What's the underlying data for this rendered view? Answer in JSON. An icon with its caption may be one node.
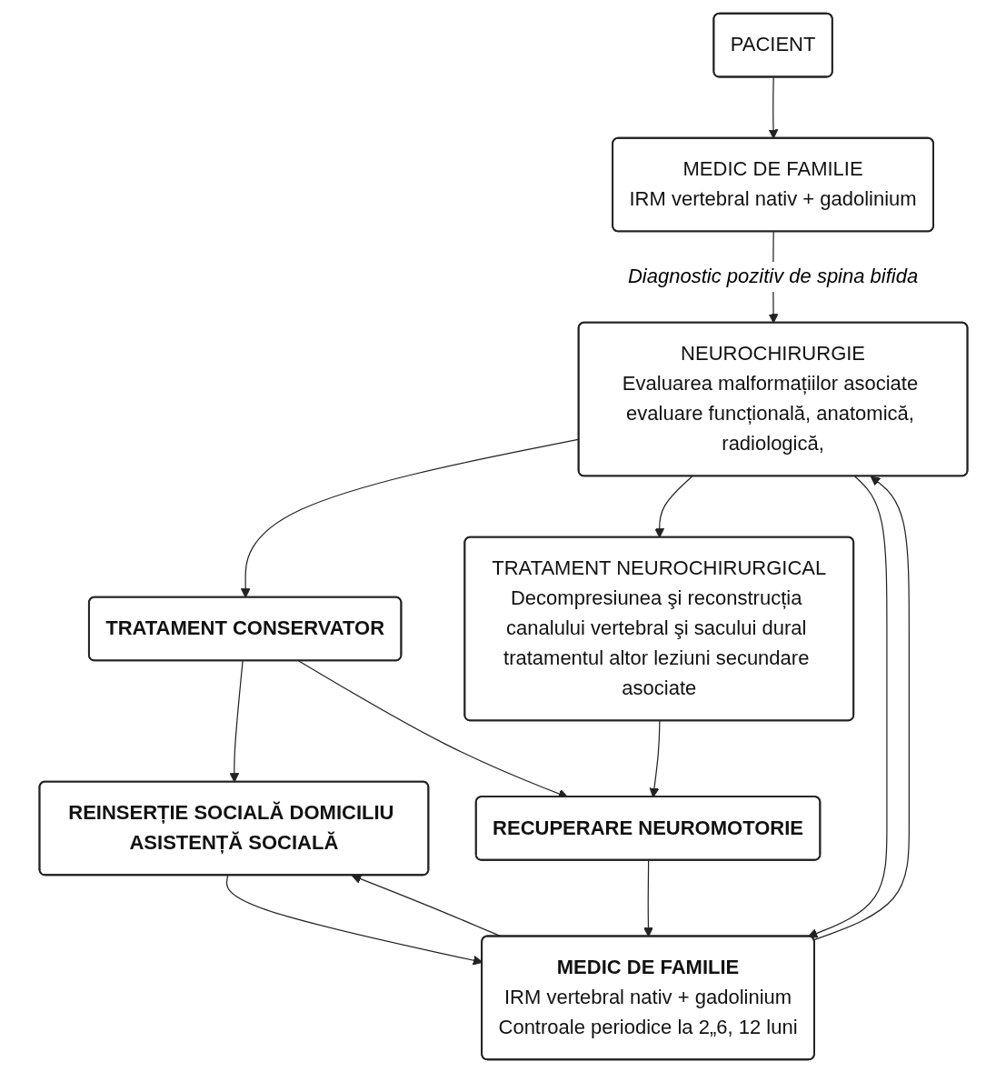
{
  "diagram": {
    "nodes": [
      {
        "text": [
          "PACIENT"
        ]
      },
      {
        "text": [
          "MEDIC DE FAMILIE",
          "IRM vertebral nativ + gadolinium"
        ]
      },
      {
        "text": [
          "NEUROCHIRURGIE",
          "Evaluarea malformațiilor asociate evaluare funcțională, anatomică, radiologică,"
        ]
      },
      {
        "text": [
          "TRATAMENT CONSERVATOR"
        ]
      },
      {
        "text": [
          "TRATAMENT NEUROCHIRURGICAL",
          "Decompresiunea şi reconstrucția canalului vertebral şi sacului dural tratamentul altor leziuni secundare asociate"
        ]
      },
      {
        "text": [
          "REINSERȚIE SOCIALĂ DOMICILIU ASISTENȚĂ SOCIALĂ"
        ]
      },
      {
        "text": [
          "RECUPERARE NEUROMOTORIE"
        ]
      },
      {
        "text": [
          "MEDIC DE FAMILIE",
          "IRM vertebral nativ + gadolinium",
          "Controale periodice la 2„6, 12 luni"
        ]
      }
    ],
    "edges": [
      {
        "from": 0,
        "to": 1,
        "arrow": "to"
      },
      {
        "from": 1,
        "to": 2,
        "arrow": "to",
        "label": "Diagnostic pozitiv de spina bifida"
      },
      {
        "from": 2,
        "to": 3,
        "arrow": "to"
      },
      {
        "from": 2,
        "to": 4,
        "arrow": "to"
      },
      {
        "from": 3,
        "to": 5,
        "arrow": "to"
      },
      {
        "from": 3,
        "to": 6,
        "arrow": "to"
      },
      {
        "from": 4,
        "to": 6,
        "arrow": "to"
      },
      {
        "from": 6,
        "to": 7,
        "arrow": "to"
      },
      {
        "from": 2,
        "to": 7,
        "arrow": "to"
      },
      {
        "from": 7,
        "to": 2,
        "arrow": "to"
      },
      {
        "from": 7,
        "to": 5,
        "arrow": "to"
      },
      {
        "from": 5,
        "to": 7,
        "arrow": "to"
      }
    ]
  }
}
